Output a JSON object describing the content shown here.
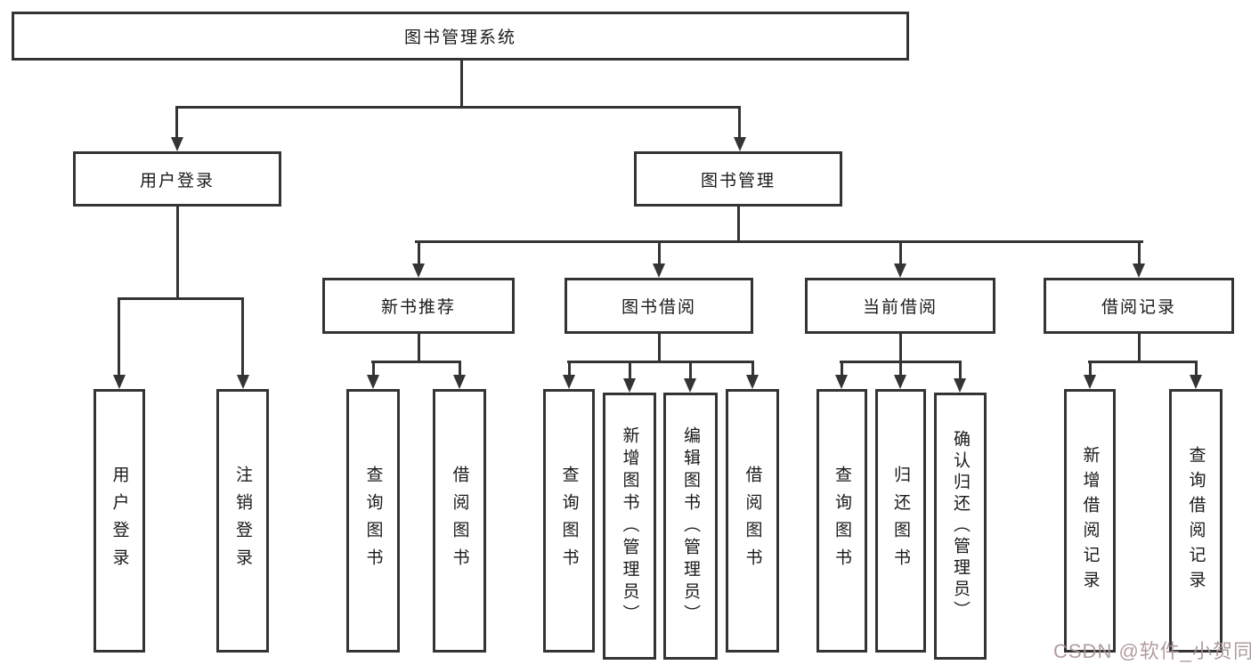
{
  "colors": {
    "background": "#ffffff",
    "line": "#343434",
    "text": "#1a1a1a",
    "watermark": "#a89292"
  },
  "watermark": {
    "text": "CSDN @软件_小贺同学"
  },
  "tree": {
    "root": "图书管理系统",
    "branches": [
      {
        "label": "用户登录",
        "children": [
          "用户登录",
          "注销登录"
        ]
      },
      {
        "label": "图书管理",
        "children": [
          {
            "label": "新书推荐",
            "children": [
              "查询图书",
              "借阅图书"
            ]
          },
          {
            "label": "图书借阅",
            "children": [
              "查询图书",
              "新增图书（管理员）",
              "编辑图书（管理员）",
              "借阅图书"
            ]
          },
          {
            "label": "当前借阅",
            "children": [
              "查询图书",
              "归还图书",
              "确认归还（管理员）"
            ]
          },
          {
            "label": "借阅记录",
            "children": [
              "新增借阅记录",
              "查询借阅记录"
            ]
          }
        ]
      }
    ]
  }
}
